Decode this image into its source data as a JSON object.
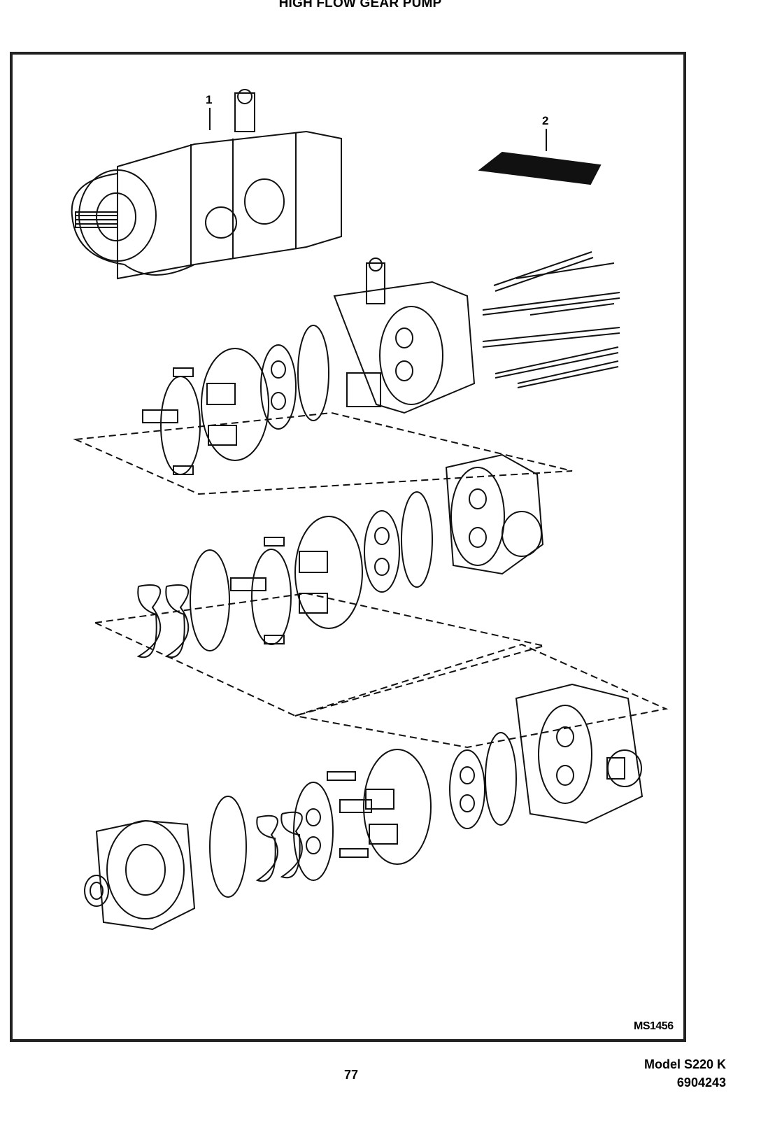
{
  "header": {
    "title": "HIGH FLOW GEAR PUMP"
  },
  "figure": {
    "code": "MS1456",
    "callouts": [
      "1",
      "2"
    ],
    "subject": "exploded parts view of high flow gear pump"
  },
  "footer": {
    "page_number": "77",
    "model": "Model S220 K",
    "serial": "6904243"
  }
}
